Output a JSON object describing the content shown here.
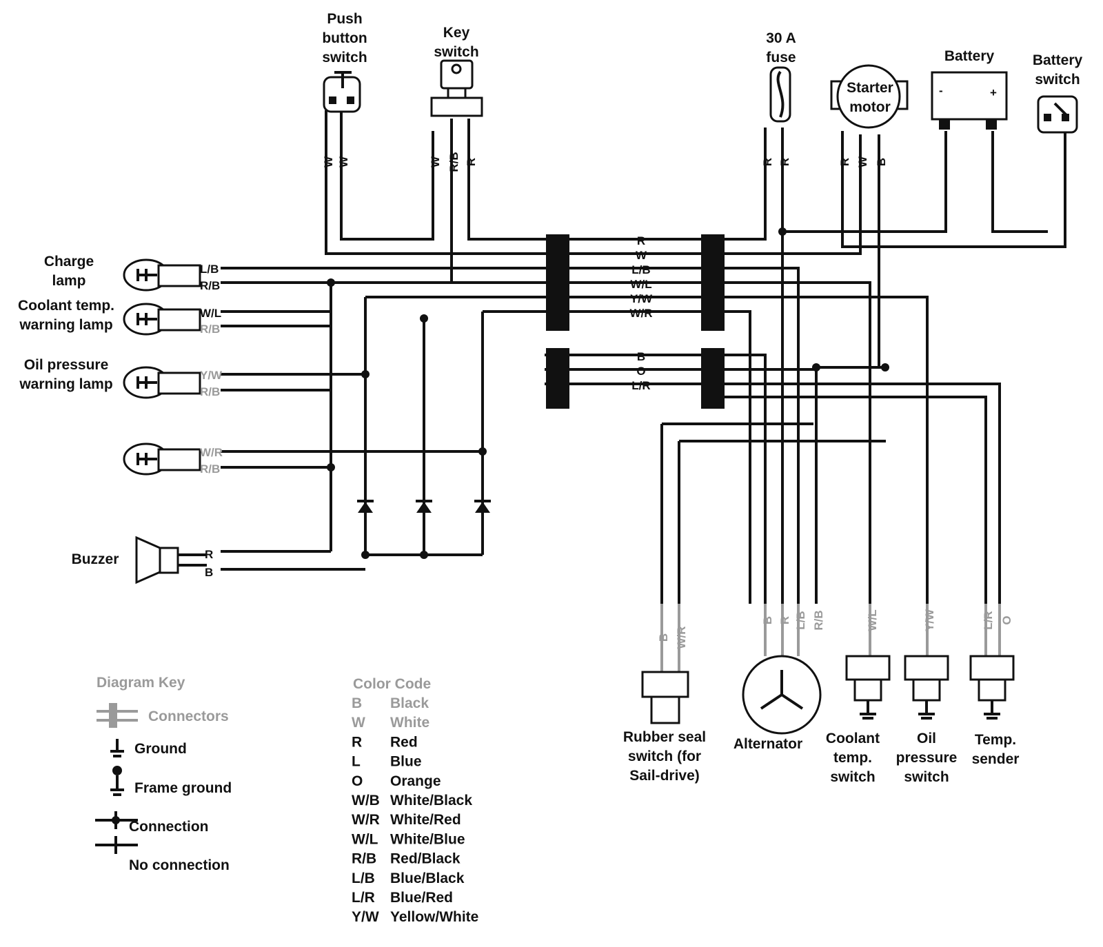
{
  "components": {
    "push_button_switch": "Push\nbutton\nswitch",
    "key_switch": "Key\nswitch",
    "fuse": "30 A\nfuse",
    "starter_motor": "Starter\nmotor",
    "battery": "Battery",
    "battery_switch": "Battery\nswitch",
    "charge_lamp": "Charge\nlamp",
    "coolant_warning_lamp": "Coolant temp.\nwarning lamp",
    "oil_warning_lamp": "Oil pressure\nwarning lamp",
    "buzzer": "Buzzer",
    "rubber_seal_switch": "Rubber seal\nswitch (for\nSail-drive)",
    "alternator": "Alternator",
    "coolant_temp_switch": "Coolant\ntemp.\nswitch",
    "oil_pressure_switch": "Oil\npressure\nswitch",
    "temp_sender": "Temp.\nsender"
  },
  "wire_labels": {
    "push_button": [
      "W",
      "W"
    ],
    "key_switch": [
      "W",
      "R/B",
      "R"
    ],
    "fuse": [
      "R",
      "R"
    ],
    "starter": [
      "R",
      "W",
      "B"
    ],
    "charge_lamp": [
      "L/B",
      "R/B"
    ],
    "coolant_lamp": [
      "W/L",
      "R/B"
    ],
    "oil_lamp": [
      "Y/W",
      "R/B"
    ],
    "fourth_lamp": [
      "W/R",
      "R/B"
    ],
    "buzzer": [
      "R",
      "B"
    ],
    "harness_upper": [
      "R",
      "W",
      "L/B",
      "W/L",
      "Y/W",
      "W/R"
    ],
    "harness_lower": [
      "B",
      "O",
      "L/R"
    ],
    "rubber_seal": [
      "B",
      "W/R"
    ],
    "alternator": [
      "B",
      "R",
      "L/B",
      "R/B"
    ],
    "coolant_switch": [
      "W/L"
    ],
    "oil_switch": [
      "Y/W"
    ],
    "temp_sender": [
      "L/R",
      "O"
    ]
  },
  "diagram_key": {
    "title": "Diagram Key",
    "connectors": "Connectors",
    "ground": "Ground",
    "frame_ground": "Frame ground",
    "connection": "Connection",
    "no_connection": "No connection"
  },
  "color_code": {
    "title": "Color Code",
    "entries": [
      {
        "code": "B",
        "name": "Black"
      },
      {
        "code": "W",
        "name": "White"
      },
      {
        "code": "R",
        "name": "Red"
      },
      {
        "code": "L",
        "name": "Blue"
      },
      {
        "code": "O",
        "name": "Orange"
      },
      {
        "code": "W/B",
        "name": "White/Black"
      },
      {
        "code": "W/R",
        "name": "White/Red"
      },
      {
        "code": "W/L",
        "name": "White/Blue"
      },
      {
        "code": "R/B",
        "name": "Red/Black"
      },
      {
        "code": "L/B",
        "name": "Blue/Black"
      },
      {
        "code": "L/R",
        "name": "Blue/Red"
      },
      {
        "code": "Y/W",
        "name": "Yellow/White"
      }
    ]
  }
}
